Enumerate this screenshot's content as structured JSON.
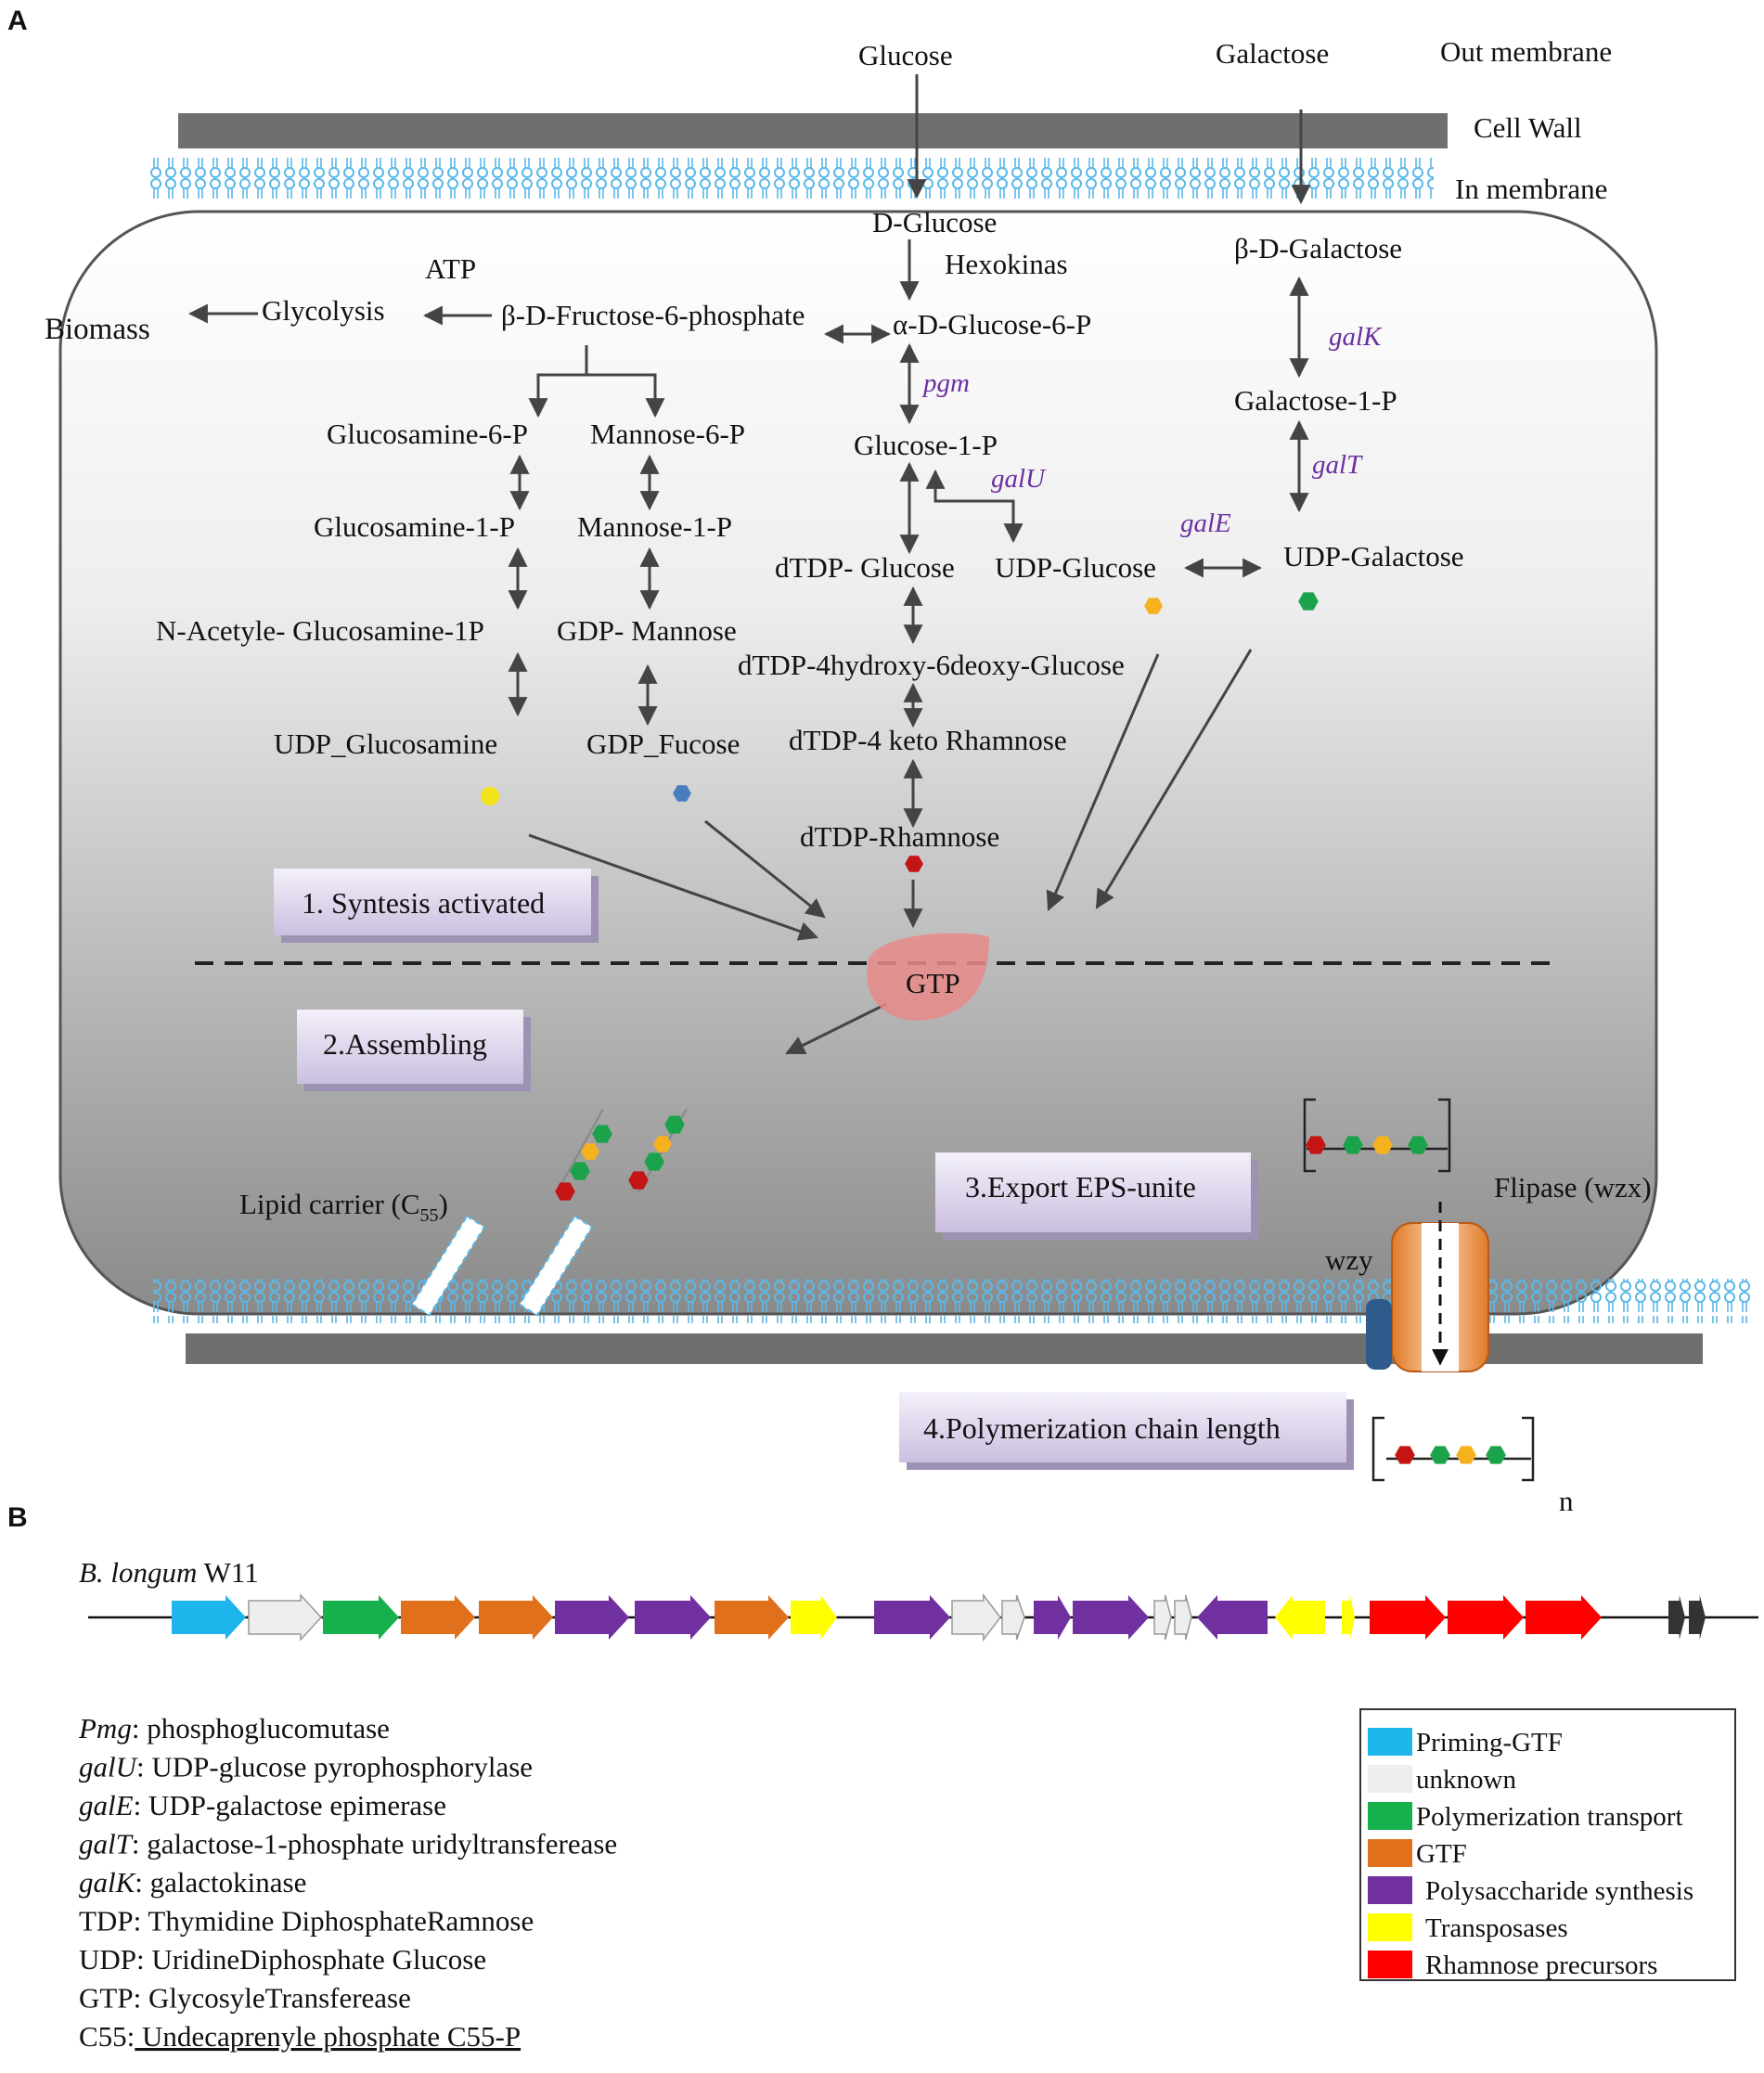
{
  "panels": {
    "a": "A",
    "b": "B"
  },
  "membrane": {
    "glucose": "Glucose",
    "galactose": "Galactose",
    "out_membrane": "Out membrane",
    "cell_wall": "Cell Wall",
    "in_membrane": "In membrane"
  },
  "metabolites": {
    "d_glucose": "D-Glucose",
    "hexokinase": "Hexokinas",
    "b_d_galactose": "β-D-Galactose",
    "atp": "ATP",
    "biomass": "Biomass",
    "glycolysis": "Glycolysis",
    "fructose_6p": "β-D-Fructose-6-phosphate",
    "glucose_6p": "α-D-Glucose-6-P",
    "glucosamine_6p": "Glucosamine-6-P",
    "mannose_6p": "Mannose-6-P",
    "glucose_1p": "Glucose-1-P",
    "galactose_1p": "Galactose-1-P",
    "glucosamine_1p": "Glucosamine-1-P",
    "mannose_1p": "Mannose-1-P",
    "dtdp_glucose": "dTDP- Glucose",
    "udp_glucose": "UDP-Glucose",
    "udp_galactose": "UDP-Galactose",
    "n_acetyl_glucosamine_1p": "N-Acetyle- Glucosamine-1P",
    "gdp_mannose": "GDP- Mannose",
    "dtdp_4hydroxy": "dTDP-4hydroxy-6deoxy-Glucose",
    "udp_glucosamine": "UDP_Glucosamine",
    "gdp_fucose": "GDP_Fucose",
    "dtdp_4keto": "dTDP-4 keto Rhamnose",
    "dtdp_rhamnose": "dTDP-Rhamnose",
    "gtp": "GTP",
    "lipid_carrier": "Lipid carrier (C",
    "lipid_carrier_sub": "55",
    "lipid_carrier_end": ")",
    "flipase": "Flipase (wzx)",
    "wzy": "wzy",
    "n": "n"
  },
  "genes": {
    "pgm": "pgm",
    "galU": "galU",
    "galE": "galE",
    "galK": "galK",
    "galT": "galT"
  },
  "steps": [
    "1. Syntesis activated",
    "2.Assembling",
    "3.Export EPS-unite",
    "4.Polymerization chain length"
  ],
  "colors": {
    "yellow": "#f4e21a",
    "blue": "#4a7cc0",
    "red": "#c41414",
    "orange": "#f5b21e",
    "green": "#1aa34a",
    "gtp": "#e88a88"
  },
  "gene_cluster": {
    "organism_italic": "B. longum",
    "organism_strain": " W11",
    "legend": [
      {
        "label": "Priming-GTF",
        "color": "#1eb4ec"
      },
      {
        "label": "unknown",
        "color": "#eeeeee"
      },
      {
        "label": "Polymerization transport",
        "color": "#16b04c"
      },
      {
        "label": "GTF",
        "color": "#e0701c"
      },
      {
        "label": "Polysaccharide synthesis",
        "color": "#7030a0"
      },
      {
        "label": "Transposases",
        "color": "#ffff00"
      },
      {
        "label": "Rhamnose precursors",
        "color": "#ff0000"
      }
    ]
  },
  "abbreviations": [
    {
      "key": "Pmg",
      "italic": true,
      "text": ": phosphoglucomutase",
      "underline": false
    },
    {
      "key": "galU",
      "italic": true,
      "text": ": UDP-glucose pyrophosphorylase",
      "underline": false
    },
    {
      "key": "galE",
      "italic": true,
      "text": ": UDP-galactose epimerase",
      "underline": false
    },
    {
      "key": "galT",
      "italic": true,
      "text": ": galactose-1-phosphate uridyltransferease",
      "underline": false
    },
    {
      "key": "galK",
      "italic": true,
      "text": ": galactokinase",
      "underline": false
    },
    {
      "key": "TDP",
      "italic": false,
      "text": ": Thymidine DiphosphateRamnose",
      "underline": false
    },
    {
      "key": "UDP",
      "italic": false,
      "text": ": UridineDiphosphate Glucose",
      "underline": false
    },
    {
      "key": "GTP",
      "italic": false,
      "text": ": GlycosyleTransferease",
      "underline": false
    },
    {
      "key": "C55:",
      "italic": false,
      "text": " Undecaprenyle phosphate C55-P",
      "underline": true
    }
  ]
}
